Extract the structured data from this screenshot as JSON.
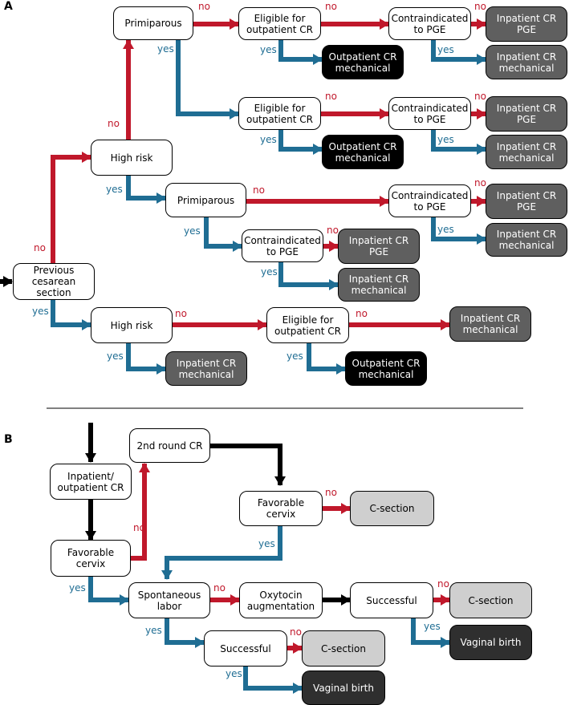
{
  "panel_a": {
    "label": "A",
    "nodes": {
      "prev_cs": "Previous cesarean section",
      "high_risk_1": "High risk",
      "high_risk_2": "High risk",
      "primiparous_1": "Primiparous",
      "primiparous_2": "Primiparous",
      "eligible_1": "Eligible for outpatient CR",
      "eligible_2": "Eligible for outpatient CR",
      "eligible_3": "Eligible for outpatient CR",
      "contra_1": "Contraindicated to PGE",
      "contra_2": "Contraindicated to PGE",
      "contra_3": "Contraindicated to PGE",
      "contra_4": "Contraindicated to PGE",
      "pge_1": "Inpatient CR PGE",
      "pge_2": "Inpatient CR PGE",
      "pge_3": "Inpatient CR PGE",
      "pge_4": "Inpatient CR PGE",
      "inp_mech_1": "Inpatient CR mechanical",
      "inp_mech_2": "Inpatient CR mechanical",
      "inp_mech_3": "Inpatient CR mechanical",
      "inp_mech_4": "Inpatient CR mechanical",
      "inp_mech_5": "Inpatient CR mechanical",
      "inp_mech_6": "Inpatient CR mechanical",
      "out_mech_1": "Outpatient CR mechanical",
      "out_mech_2": "Outpatient CR mechanical",
      "out_mech_3": "Outpatient CR mechanical"
    }
  },
  "panel_b": {
    "label": "B",
    "nodes": {
      "in_out_cr": "Inpatient/ outpatient CR",
      "fav_cervix_1": "Favorable cervix",
      "second_round": "2nd round CR",
      "fav_cervix_2": "Favorable cervix",
      "csection_1": "C-section",
      "spont_labor": "Spontaneous labor",
      "oxytocin": "Oxytocin augmentation",
      "successful_1": "Successful",
      "csection_2": "C-section",
      "vaginal_1": "Vaginal birth",
      "successful_2": "Successful",
      "csection_3": "C-section",
      "vaginal_2": "Vaginal birth"
    }
  },
  "labels": {
    "no": "no",
    "yes": "yes"
  },
  "colors": {
    "no_arrow": "#c0182b",
    "yes_arrow": "#1f6d93",
    "neutral_arrow": "#000000"
  }
}
